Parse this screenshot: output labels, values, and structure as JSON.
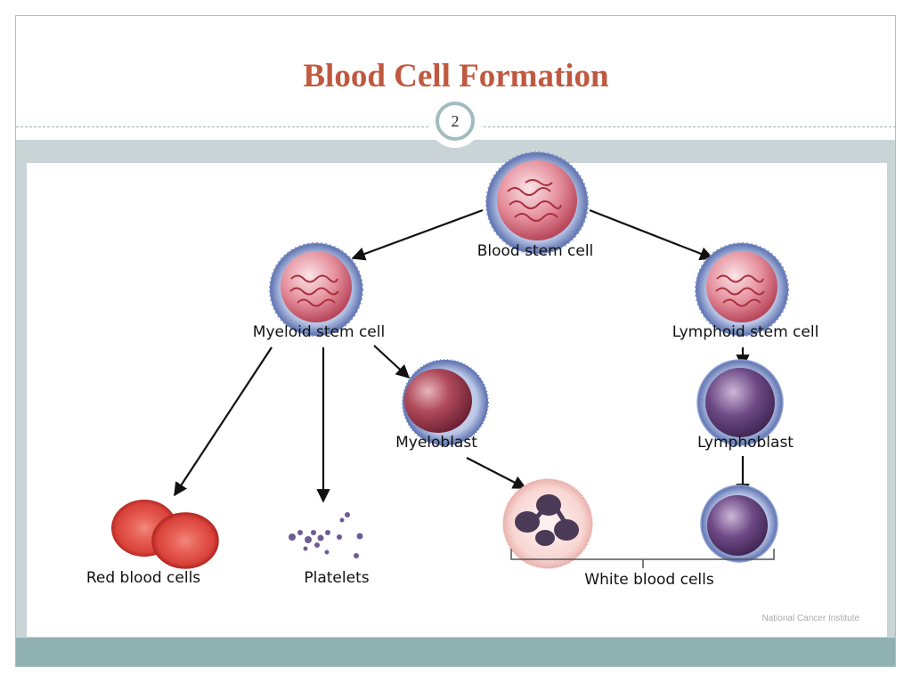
{
  "slide": {
    "title": "Blood Cell Formation",
    "page_number": "2"
  },
  "diagram": {
    "labels": {
      "blood_stem_cell": "Blood stem cell",
      "myeloid_stem_cell": "Myeloid stem cell",
      "lymphoid_stem_cell": "Lymphoid stem cell",
      "myeloblast": "Myeloblast",
      "lymphoblast": "Lymphoblast",
      "red_blood_cells": "Red blood cells",
      "platelets": "Platelets",
      "white_blood_cells": "White blood cells"
    },
    "credit": "National Cancer Institute"
  }
}
